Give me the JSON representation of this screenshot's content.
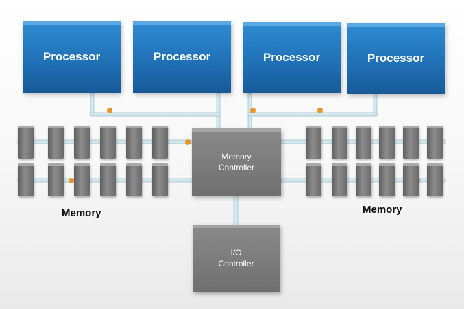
{
  "processors": [
    "Processor",
    "Processor",
    "Processor",
    "Processor"
  ],
  "memory_controller": "Memory\nController",
  "io_controller": "I/O\nController",
  "memory_labels": [
    "Memory",
    "Memory"
  ],
  "colors": {
    "processor": "#1f6fb4",
    "controller": "#777777",
    "dimm": "#6e6e6e",
    "bus": "#cde3ea",
    "junction": "#e8962a"
  }
}
